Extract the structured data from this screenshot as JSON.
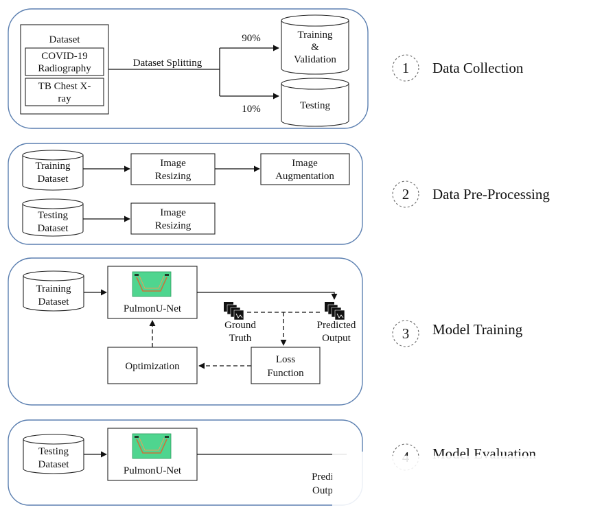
{
  "steps": [
    {
      "num": "1",
      "label": "Data Collection"
    },
    {
      "num": "2",
      "label": "Data Pre-Processing"
    },
    {
      "num": "3",
      "label": "Model Training"
    },
    {
      "num": "4",
      "label": "Model Evaluation"
    }
  ],
  "collection": {
    "dataset_title": "Dataset",
    "covid_line1": "COVID-19",
    "covid_line2": "Radiography",
    "tb_line1": "TB Chest X-",
    "tb_line2": "ray",
    "split_label": "Dataset Splitting",
    "pct_train": "90%",
    "pct_test": "10%",
    "train_line1": "Training",
    "train_line2": "&",
    "train_line3": "Validation",
    "test_label": "Testing"
  },
  "preprocessing": {
    "training_line1": "Training",
    "training_line2": "Dataset",
    "testing_line1": "Testing",
    "testing_line2": "Dataset",
    "resize_line1": "Image",
    "resize_line2": "Resizing",
    "aug_line1": "Image",
    "aug_line2": "Augmentation"
  },
  "training": {
    "dataset_line1": "Training",
    "dataset_line2": "Dataset",
    "model_label": "PulmonU-Net",
    "gt_line1": "Ground",
    "gt_line2": "Truth",
    "pred_line1": "Predicted",
    "pred_line2": "Output",
    "loss_line1": "Loss",
    "loss_line2": "Function",
    "opt_label": "Optimization"
  },
  "evaluation": {
    "dataset_line1": "Testing",
    "dataset_line2": "Dataset",
    "model_label": "PulmonU-Net",
    "pred_line1": "Predi",
    "pred_line2": "Outp"
  }
}
